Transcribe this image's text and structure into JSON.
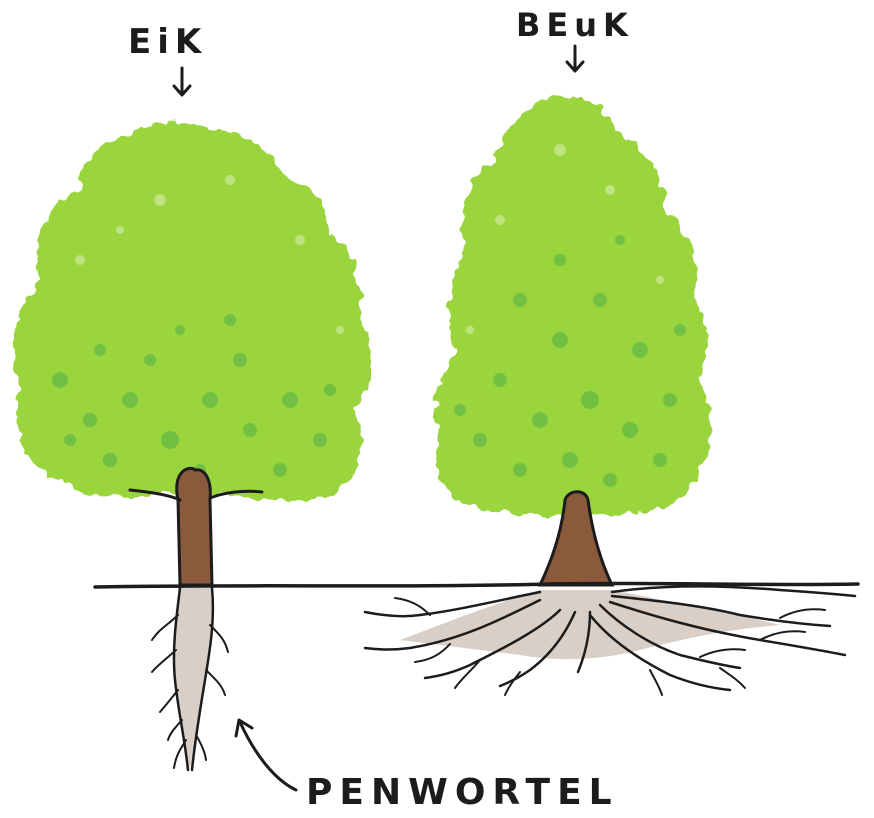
{
  "labels": {
    "eik": "EiK",
    "beuk": "BEuK",
    "penwortel": "PENWORTEL"
  },
  "colors": {
    "foliage": "#9bd53c",
    "foliage_light": "#b6e04a",
    "foliage_dark": "#4fb04a",
    "trunk": "#8b5a3c",
    "root": "#d9cfc6",
    "outline": "#1c1c1c"
  },
  "icons": [
    "arrow-down-icon",
    "curved-arrow-icon"
  ]
}
